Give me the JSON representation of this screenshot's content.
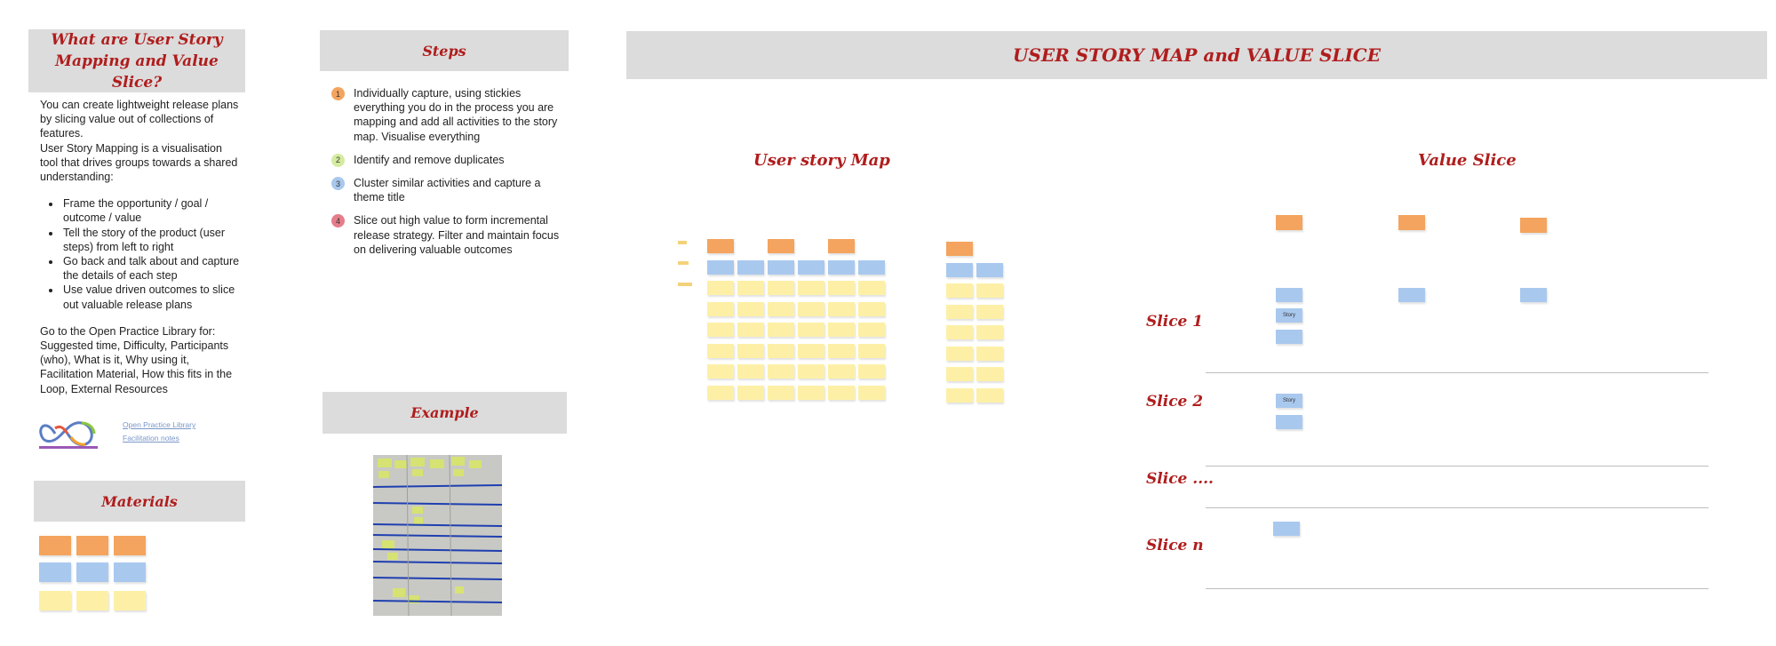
{
  "intro": {
    "title": "What are User Story Mapping and Value Slice?",
    "para1": "You can create lightweight release plans by slicing value out of collections of features.",
    "para2": "User Story Mapping is a visualisation tool that drives groups towards a shared understanding:",
    "bullets": [
      "Frame the opportunity / goal / outcome / value",
      "Tell the story of the product (user steps) from left to right",
      "Go back and talk about and capture the details of each step",
      "Use value driven outcomes to slice out valuable release plans"
    ],
    "para3": "Go to the Open Practice Library for: Suggested time, Difficulty, Participants (who), What is it, Why using it, Facilitation Material, How this fits in the Loop, External Resources",
    "links": [
      "Open Practice Library",
      "Facilitation notes"
    ]
  },
  "materials": {
    "title": "Materials"
  },
  "steps": {
    "title": "Steps",
    "items": [
      {
        "num": "1",
        "text": "Individually capture, using stickies everything you do in the process you are mapping and add all activities to the story map. Visualise everything",
        "color": "#f4a45e"
      },
      {
        "num": "2",
        "text": "Identify and remove duplicates",
        "color": "#d4eba0"
      },
      {
        "num": "3",
        "text": "Cluster similar activities and capture a theme title",
        "color": "#a9c8ee"
      },
      {
        "num": "4",
        "text": "Slice out high value to form incremental release strategy. Filter and maintain focus on delivering valuable outcomes",
        "color": "#e57d8a"
      }
    ]
  },
  "example": {
    "title": "Example"
  },
  "board": {
    "title": "USER STORY MAP and  VALUE SLICE",
    "story_map_title": "User story Map",
    "value_slice_title": "Value Slice",
    "slices": [
      "Slice 1",
      "Slice 2",
      "Slice ....",
      "Slice n"
    ],
    "story_label": "Story"
  },
  "colors": {
    "accent": "#b01d1d",
    "header_bg": "#dcdcdc",
    "orange_sticky": "#f4a45e",
    "blue_sticky": "#a9c8ee",
    "yellow_sticky": "#fdf0a6"
  }
}
